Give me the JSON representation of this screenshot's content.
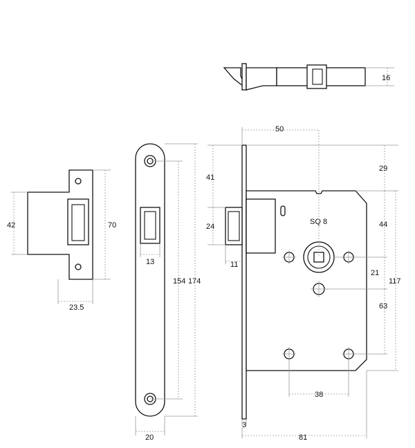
{
  "labels": {
    "latch_height": "16",
    "backset": "50",
    "top_to_bolt": "41",
    "top_to_case": "29",
    "bolt_height": "24",
    "case_top_to_spindle": "44",
    "square": "SQ 8",
    "latch_projection": "11",
    "spindle_to_keyhole": "21",
    "case_height": "117",
    "keyhole_to_bottom": "63",
    "fixing_centres": "38",
    "forend_thickness": "3",
    "case_depth": "81",
    "strike_height": "42",
    "strike_length": "70",
    "strike_width": "23.5",
    "opening_width": "13",
    "forend_fixings": "154",
    "forend_length": "174",
    "forend_width": "20"
  }
}
